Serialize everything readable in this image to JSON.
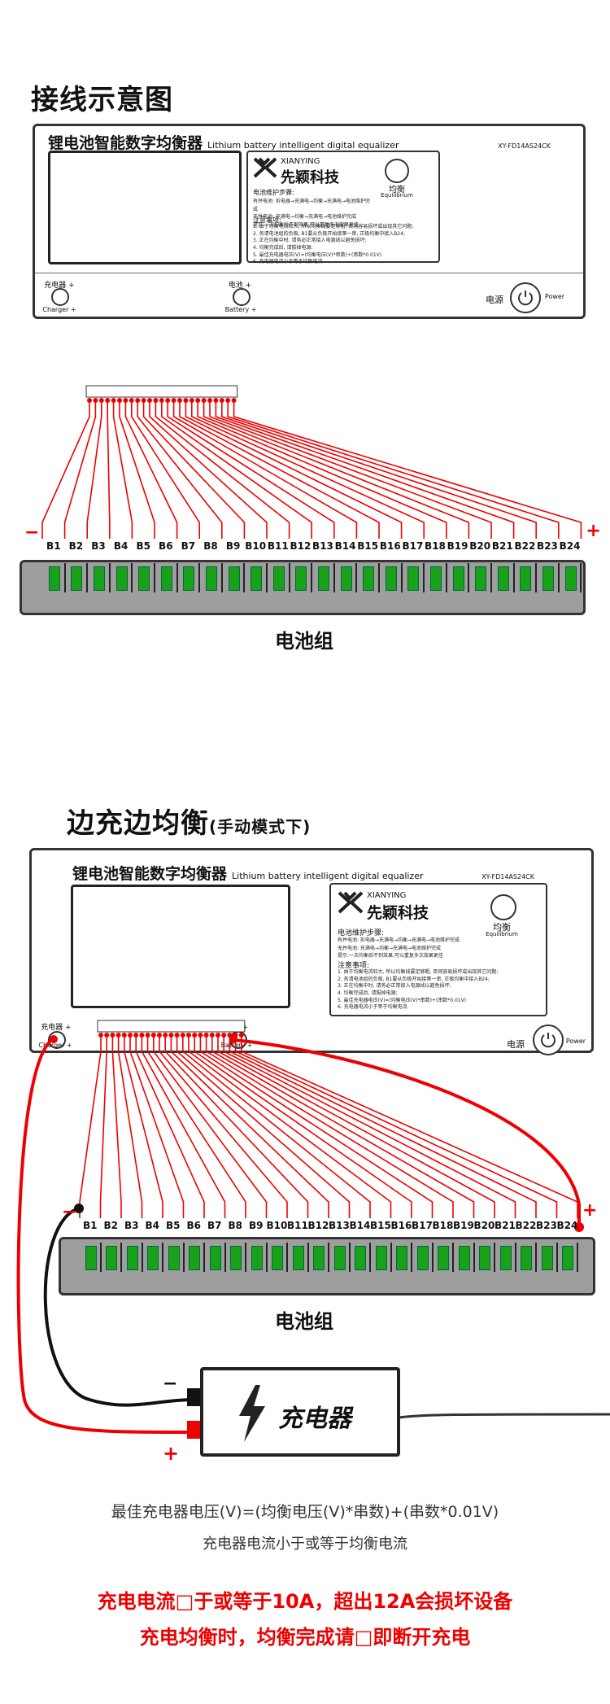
{
  "section1": {
    "title": "接线示意图"
  },
  "section2": {
    "title": "边充边均衡",
    "subtitle": "(手动模式下)"
  },
  "device": {
    "title_cn": "锂电池智能数字均衡器",
    "title_en": "Lithium battery intelligent digital equalizer",
    "model_1": "XY-FD14AS24CK",
    "model_2": "XY-FD14AS24CK",
    "brand_en": "XIANYING",
    "brand_cn": "先颖科技",
    "equal_cn": "均衡",
    "equal_en": "Equilibrium",
    "steps_title": "电池维护步骤:",
    "steps": [
      "有并电池: 拆电器→充满电→均衡→充满电→电池维护完成",
      "无并电池: 充满电→均衡→充满电→电池维护完成",
      "提示:一次均衡后不到效果,可以重复多次效果更佳"
    ],
    "notes_title": "注意事项:",
    "notes": [
      "1. 由于均衡电流较大, 所以均衡线要足够粗, 否则容易损坏或出现其它问题;",
      "2. 务请电池组的负极, B1要从负极开始接第一串, 正极均衡中接入B24;",
      "3. 正在均衡中时, 请务必正常接入电源线以避免损坏;",
      "4. 均衡完成后, 请拔掉电源;",
      "5. 最佳充电器电压(V)=(均衡电压(V)*串数)+(串数*0.01V)",
      "6. 充电器电流小于等于均衡电流"
    ],
    "charger_cn": "充电器 +",
    "charger_en": "Charger +",
    "battery_cn": "电池 +",
    "battery_en": "Battery +",
    "power_cn": "电源",
    "power_en": "Power"
  },
  "battery_bank": {
    "caption": "电池组",
    "minus": "−",
    "plus": "+",
    "cells": [
      "B1",
      "B2",
      "B3",
      "B4",
      "B5",
      "B6",
      "B7",
      "B8",
      "B9",
      "B10",
      "B11",
      "B12",
      "B13",
      "B14",
      "B15",
      "B16",
      "B17",
      "B18",
      "B19",
      "B20",
      "B21",
      "B22",
      "B23",
      "B24"
    ]
  },
  "charger": {
    "label": "充电器",
    "minus": "−",
    "plus": "+"
  },
  "formula": {
    "line1": "最佳充电器电压(V)=(均衡电压(V)*串数)+(串数*0.01V)",
    "line2": "充电器电流小于或等于均衡电流"
  },
  "warning": {
    "line1": "充电电流□于或等于10A，超出12A会损坏设备",
    "line2": "充电均衡时，均衡完成请□即断开充电"
  },
  "colors": {
    "wire_red": "#e00000",
    "wire_black": "#111111",
    "terminal_green": "#1aa11a",
    "warning_red": "#e00000"
  }
}
